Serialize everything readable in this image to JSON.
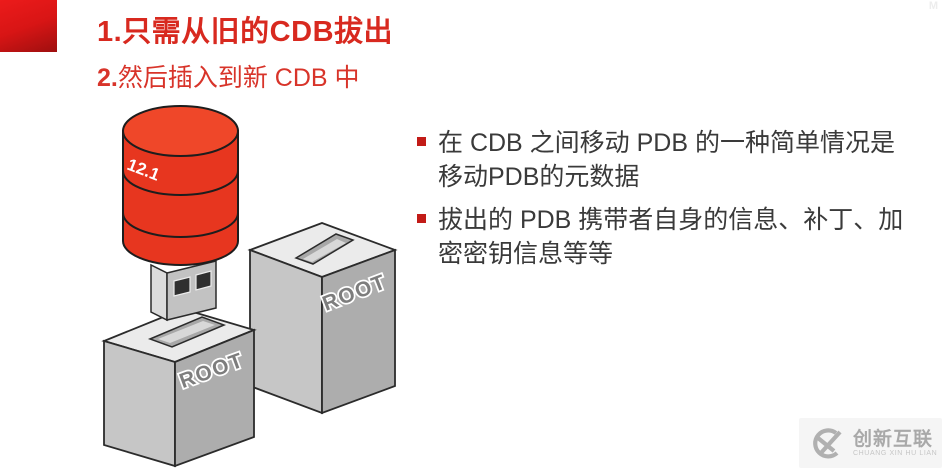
{
  "slide": {
    "title": "1.只需从旧的CDB拔出",
    "subtitle": {
      "num": "2.",
      "text": "然后插入到新 CDB 中"
    },
    "bullets": [
      {
        "line1": "在 CDB 之间移动 PDB 的一种简单情况是",
        "line2": "移动PDB的元数据"
      },
      {
        "line1": "拔出的 PDB 携带者自身的信息、补丁、加",
        "line2": "密密钥信息等等"
      }
    ]
  },
  "diagram": {
    "cylinder_label": "12.1",
    "left_box_label": "ROOT",
    "right_box_label": "ROOT"
  },
  "watermark": {
    "name": "创新互联",
    "subtitle": "CHUANG XIN HU LIAN"
  },
  "artifacts": {
    "corner_mark": "M"
  },
  "colors": {
    "accent_red": "#d8291f",
    "corner_block_red_top": "#ec1b1b",
    "corner_block_red_bottom": "#9e0f0f",
    "cylinder_red": "#e7361f",
    "cylinder_top_red": "#ef4729",
    "bullet_marker_red": "#c21b17",
    "body_text_gray": "#3a3a3a",
    "box_top_gray": "#ebebeb",
    "box_left_gray": "#c6c6c6",
    "box_right_gray": "#adadad",
    "watermark_gray": "#a9a9a9"
  }
}
